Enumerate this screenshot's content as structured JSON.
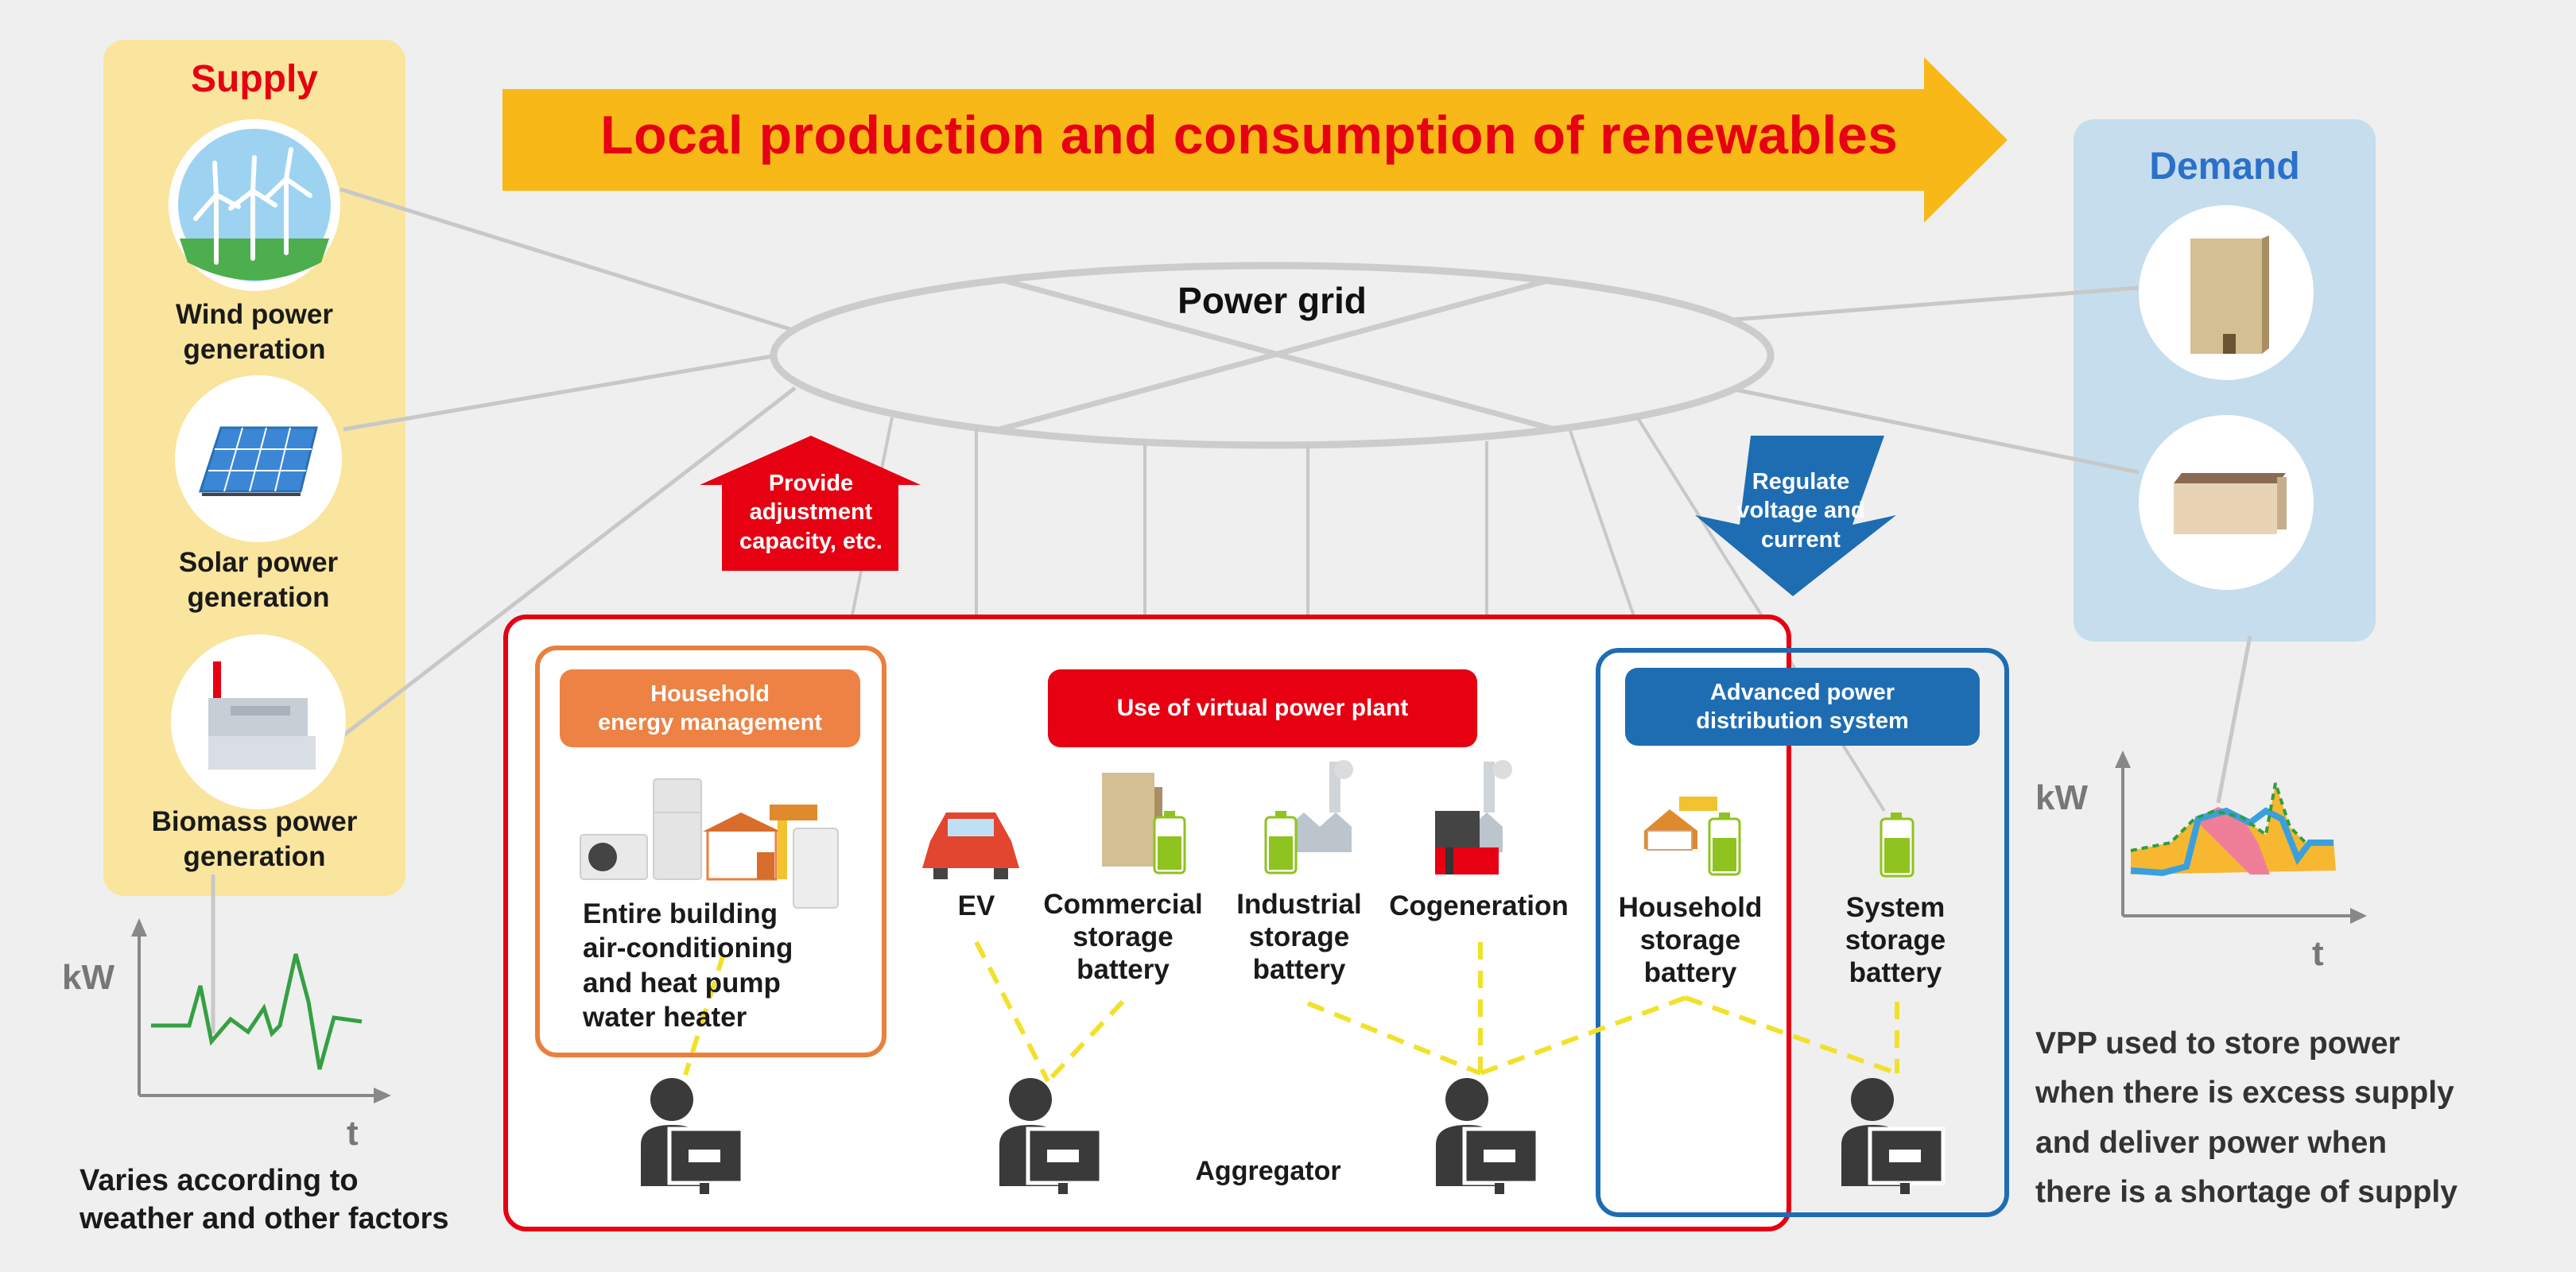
{
  "banner": {
    "title": "Local production and consumption of renewables"
  },
  "supply": {
    "heading": "Supply",
    "items": [
      {
        "label_line1": "Wind power",
        "label_line2": "generation",
        "icon": "wind-turbine-icon"
      },
      {
        "label_line1": "Solar power",
        "label_line2": "generation",
        "icon": "solar-panel-icon"
      },
      {
        "label_line1": "Biomass power",
        "label_line2": "generation",
        "icon": "biomass-plant-icon"
      }
    ],
    "graph": {
      "y_label": "kW",
      "x_label": "t"
    },
    "note_line1": "Varies according to",
    "note_line2": "weather and other factors"
  },
  "demand": {
    "heading": "Demand",
    "icons": [
      "office-building-icon",
      "house-icon"
    ],
    "graph": {
      "y_label": "kW",
      "x_label": "t"
    },
    "note_lines": [
      "VPP used to store power",
      "when there is excess supply",
      "and deliver power when",
      "there is a shortage of supply"
    ]
  },
  "grid": {
    "label": "Power grid"
  },
  "arrows": {
    "provide_lines": [
      "Provide",
      "adjustment",
      "capacity, etc."
    ],
    "regulate_lines": [
      "Regulate",
      "voltage and",
      "current"
    ]
  },
  "vpp": {
    "household_mgmt_lines": [
      "Household",
      "energy management"
    ],
    "virtual_plant_label": "Use of virtual power plant",
    "advanced_lines": [
      "Advanced power",
      "distribution system"
    ],
    "resources": {
      "hvac_lines": [
        "Entire building",
        "air-conditioning",
        "and heat pump",
        "water heater"
      ],
      "ev": "EV",
      "commercial_lines": [
        "Commercial",
        "storage",
        "battery"
      ],
      "industrial_lines": [
        "Industrial",
        "storage",
        "battery"
      ],
      "cogeneration": "Cogeneration",
      "household_battery_lines": [
        "Household",
        "storage",
        "battery"
      ],
      "system_battery_lines": [
        "System",
        "storage",
        "battery"
      ]
    },
    "aggregator_label": "Aggregator"
  },
  "colors": {
    "supply_panel": "#fae59e",
    "demand_panel": "#c5dded",
    "vpp_border": "#e60012",
    "household_border": "#e9803e",
    "advanced_border": "#1e6db3",
    "banner_fill": "#f8b817",
    "banner_text": "#e60012",
    "grid_line": "#c8c8c8",
    "aggregator_link": "#f2e12a"
  }
}
